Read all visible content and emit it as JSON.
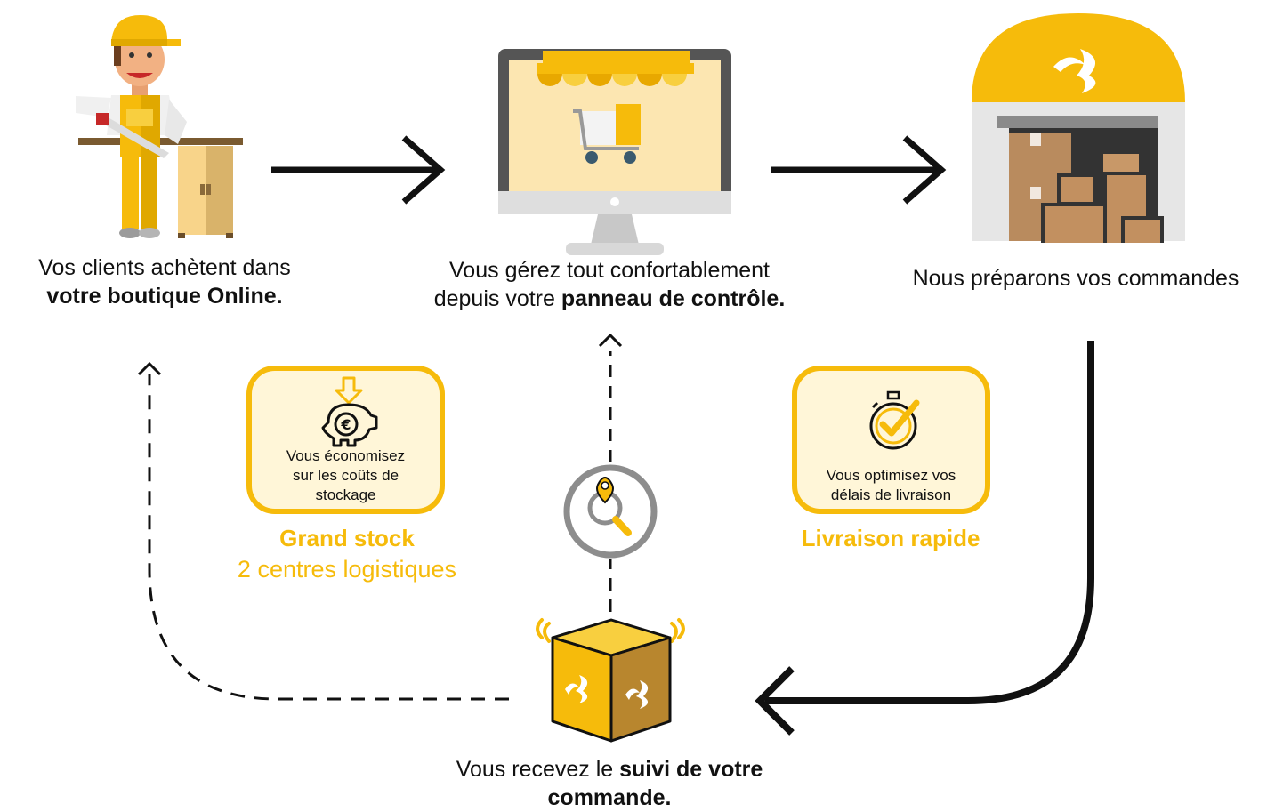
{
  "steps": {
    "clients": {
      "line1": "Vos clients achètent dans",
      "line2": "votre boutique Online."
    },
    "panel": {
      "line1": "Vous gérez tout confortablement",
      "line2_pre": "depuis votre ",
      "line2_bold": "panneau de contrôle."
    },
    "prepare": {
      "label": "Nous préparons vos commandes"
    },
    "tracking": {
      "line1_pre": "Vous recevez le ",
      "line1_bold": "suivi de votre",
      "line2_bold": "commande."
    }
  },
  "benefits": {
    "stock": {
      "card_line1": "Vous économisez",
      "card_line2": "sur les coûts de",
      "card_line3": "stockage",
      "title": "Grand stock",
      "subtitle": "2 centres logistiques"
    },
    "delivery": {
      "card_line1": "Vous optimisez vos",
      "card_line2": "délais de livraison",
      "title": "Livraison rapide"
    }
  },
  "icons": [
    "worker-icon",
    "monitor-shop-icon",
    "warehouse-icon",
    "piggy-bank-euro-icon",
    "stopwatch-check-icon",
    "search-location-icon",
    "package-box-icon"
  ],
  "colors": {
    "accent": "#f6bb0b",
    "card_bg": "#fff6d8",
    "arrow": "#111111",
    "gray": "#8d8d8d"
  }
}
